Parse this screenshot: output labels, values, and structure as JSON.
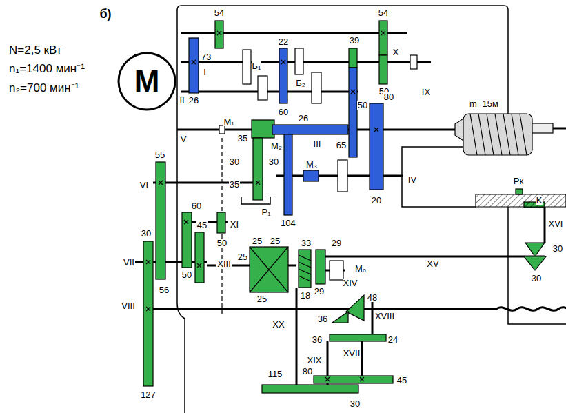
{
  "diagram": {
    "title": "б)",
    "nodes": [
      {
        "text": [
          "M"
        ]
      }
    ],
    "labels": [
      "N=2,5 кВт",
      "n₁=1400 мин⁻¹",
      "n₂=700 мин⁻¹",
      "54",
      "54",
      "X",
      "73",
      "I",
      "Б₁",
      "22",
      "Б₂",
      "39",
      "IX",
      "50",
      "26",
      "II",
      "60",
      "50",
      "80",
      "m=15м",
      "V",
      "M₁",
      "35",
      "26",
      "M₂",
      "III",
      "65",
      "30",
      "30",
      "55",
      "M₃",
      "VI",
      "35",
      "IV",
      "20",
      "P₁",
      "104",
      "60",
      "XI",
      "45",
      "30",
      "50",
      "Pк",
      "K",
      "XVI",
      "25",
      "25",
      "33",
      "29",
      "30",
      "XV",
      "VII",
      "XIII",
      "25",
      "M₀",
      "50",
      "XIV",
      "30",
      "56",
      "25",
      "18",
      "29",
      "48",
      "VIII",
      "36",
      "XVIII",
      "XX",
      "36",
      "24",
      "XVII",
      "XIX",
      "115",
      "80",
      "45",
      "127",
      "30"
    ]
  }
}
